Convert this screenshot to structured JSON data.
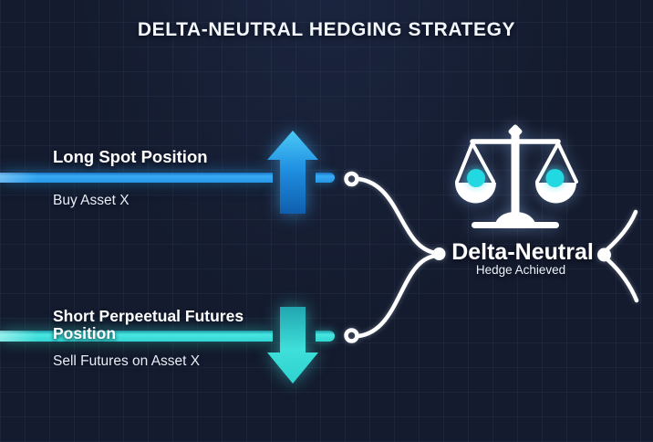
{
  "title": "DELTA-NEUTRAL HEDGING STRATEGY",
  "long_position": {
    "label": "Long Spot Position",
    "description": "Buy Asset X",
    "direction_icon": "arrow-up-icon",
    "bar_color": "#38abf4"
  },
  "short_position": {
    "label_line1": "Short Perpeetual Futures",
    "label_line2": "Position",
    "description": "Sell Futures on Asset X",
    "direction_icon": "arrow-down-icon",
    "bar_color": "#47e6e1"
  },
  "result": {
    "heading": "Delta-Neutral",
    "subheading": "Hedge Achieved",
    "icon": "balance-scale-icon"
  },
  "colors": {
    "background": "#141b2e",
    "spot_blue": "#38abf4",
    "futures_cyan": "#47e6e1",
    "connector_white": "#ffffff",
    "pan_dot_cyan": "#22d9e2"
  }
}
